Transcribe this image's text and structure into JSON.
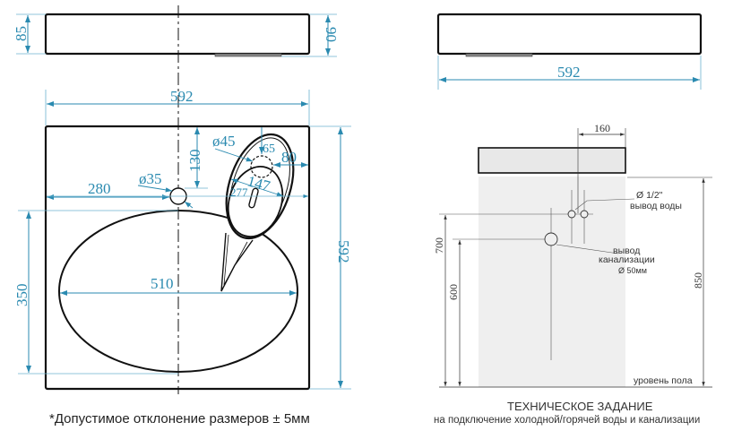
{
  "left_drawing": {
    "side_view": {
      "height_left": "85",
      "height_right": "90",
      "width": "592"
    },
    "top_view": {
      "width": "592",
      "depth": "592",
      "tap_hole_diameter": "ø35",
      "tap_hole_offset": "280",
      "tap_offset_from_back": "130",
      "bowl_width": "510",
      "bowl_depth": "350",
      "soap_dish_hole_diameter": "ø45",
      "soap_dish_hole_offset_back": "65",
      "soap_dish_offset_side": "80",
      "soap_dish_inner_width": "147",
      "soap_dish_outer": "277"
    },
    "note": "*Допустимое отклонение размеров ± 5мм"
  },
  "right_drawing": {
    "side_view": {
      "width": "592"
    },
    "tech_spec": {
      "pipe_spacing": "160",
      "water_outlet_diameter": "Ø 1/2\"",
      "water_outlet_label": "вывод воды",
      "drain_label_line1": "вывод",
      "drain_label_line2": "канализации",
      "drain_diameter": "Ø 50мм",
      "water_height": "700",
      "drain_height": "600",
      "sink_height": "850",
      "floor_label": "уровень пола"
    },
    "title": "ТЕХНИЧЕСКОЕ ЗАДАНИЕ",
    "subtitle": "на подключение холодной/горячей воды и канализации"
  },
  "colors": {
    "dimension": "#2a8ab0",
    "outline": "#111111",
    "wall_fill": "#efefef"
  }
}
